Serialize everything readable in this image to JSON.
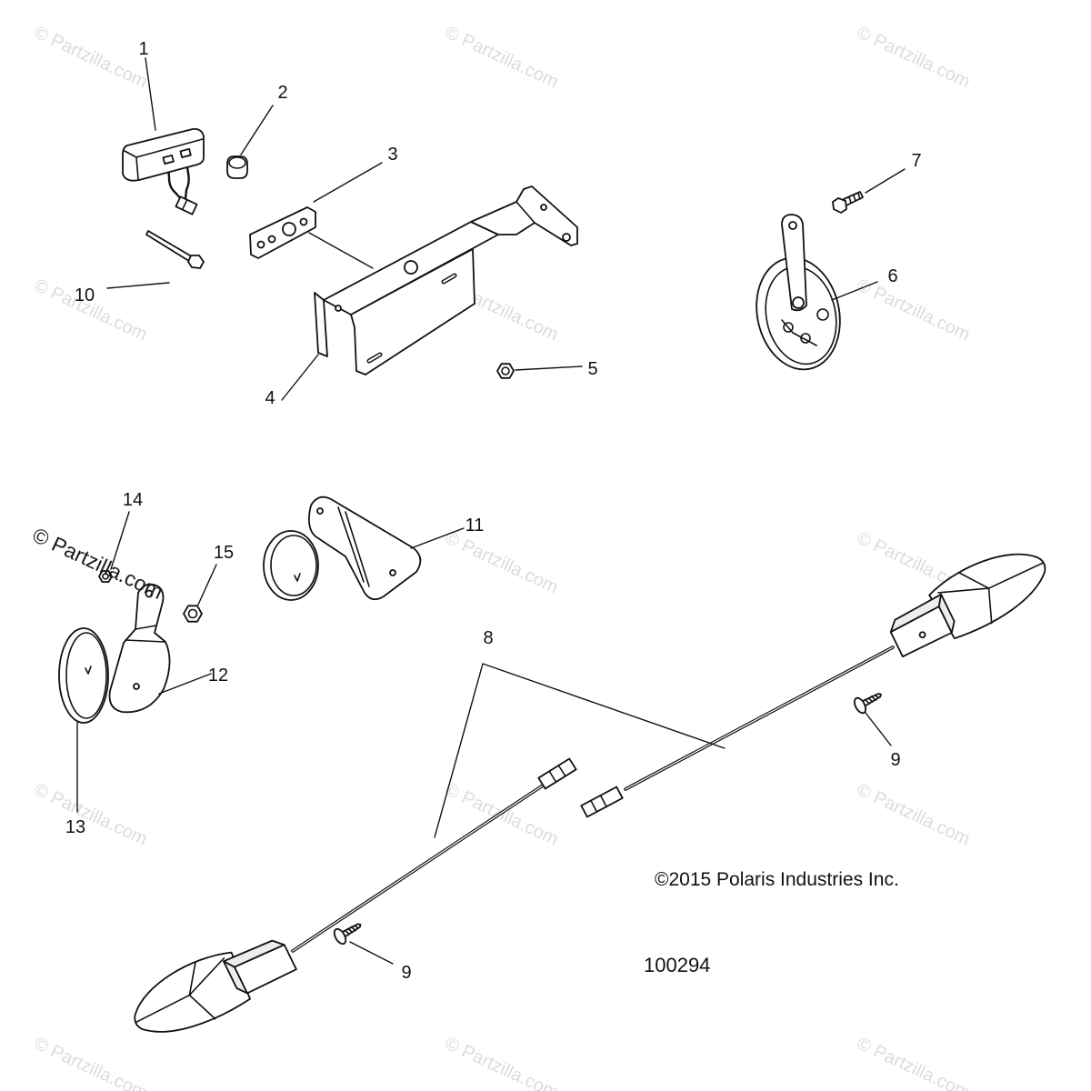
{
  "watermark": "© Partzilla.com",
  "callouts": {
    "p1": "1",
    "p2": "2",
    "p3": "3",
    "p4": "4",
    "p5": "5",
    "p6": "6",
    "p7": "7",
    "p8": "8",
    "p9_right": "9",
    "p9_left": "9",
    "p10": "10",
    "p11": "11",
    "p12": "12",
    "p13": "13",
    "p14": "14",
    "p15": "15"
  },
  "copyright": "©2015 Polaris Industries Inc.",
  "diagram_number": "100294",
  "colors": {
    "line": "#111111",
    "watermark": "#dcdcdc",
    "background": "#ffffff"
  }
}
